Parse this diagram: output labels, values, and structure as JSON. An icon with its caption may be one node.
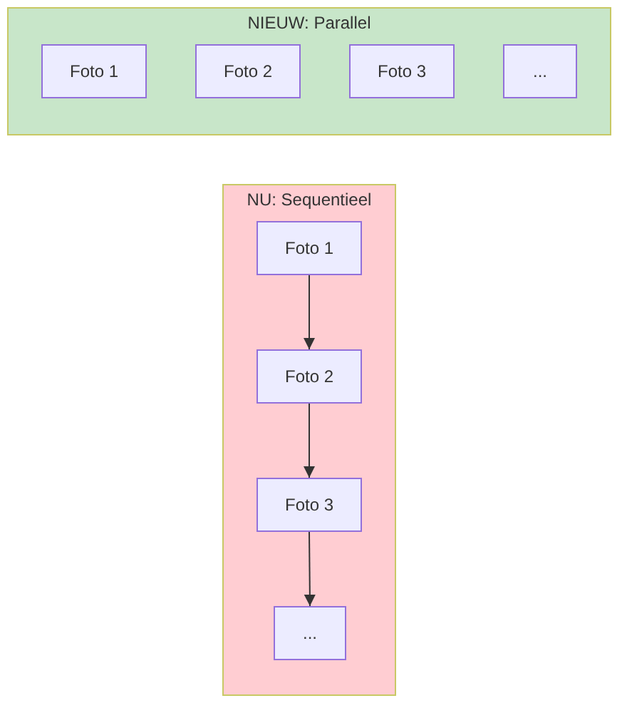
{
  "diagram": {
    "nodes": [
      {
        "text": [
          "NIEUW: Parallel"
        ]
      },
      {
        "text": [
          "Foto 1"
        ],
        "in": 0
      },
      {
        "text": [
          "Foto 2"
        ],
        "in": 0
      },
      {
        "text": [
          "Foto 3"
        ],
        "in": 0
      },
      {
        "text": [
          "..."
        ],
        "in": 0
      },
      {
        "text": [
          "NU: Sequentieel"
        ]
      },
      {
        "text": [
          "Foto 1"
        ],
        "in": 5
      },
      {
        "text": [
          "Foto 2"
        ],
        "in": 5
      },
      {
        "text": [
          "Foto 3"
        ],
        "in": 5
      },
      {
        "text": [
          "..."
        ],
        "in": 5
      }
    ],
    "edges": [
      {
        "from": 6,
        "to": 7,
        "arrow": "to"
      },
      {
        "from": 7,
        "to": 8,
        "arrow": "to"
      },
      {
        "from": 8,
        "to": 9,
        "arrow": "to"
      }
    ]
  }
}
